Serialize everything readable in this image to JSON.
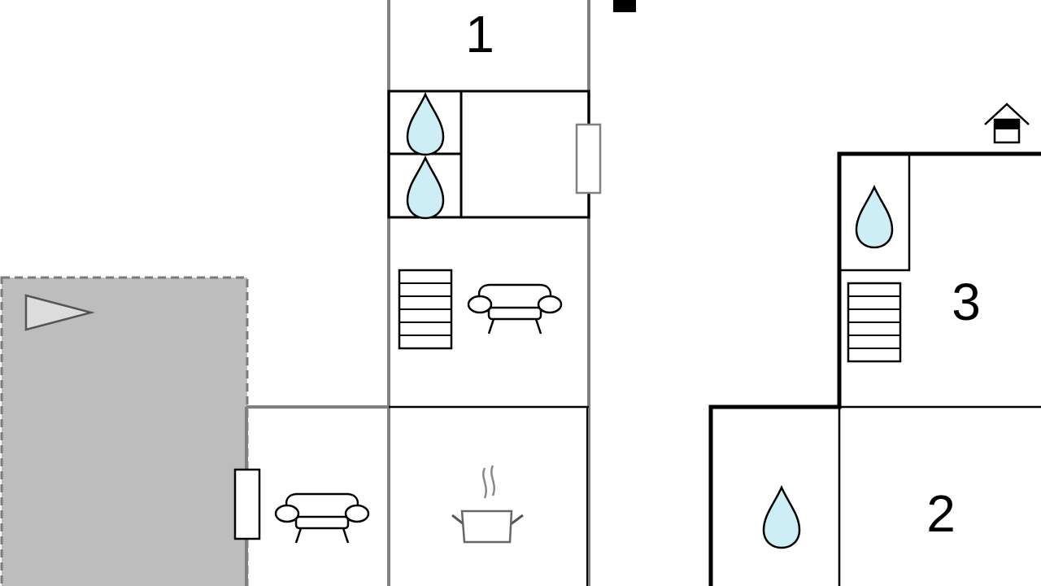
{
  "colors": {
    "background": "#ffffff",
    "wall": "#000000",
    "wall_light": "#808080",
    "terrace_fill": "#bdbdbd",
    "terrace_border": "#7a7a7a",
    "water_fill": "#cdeef4",
    "door_fill": "#ffffff"
  },
  "rooms": {
    "room_1": "1",
    "room_2": "2",
    "room_3": "3"
  },
  "icons": [
    "water-drop-icon",
    "stairs-icon",
    "sofa-icon",
    "cooking-pot-icon",
    "house-entrance-icon",
    "compass-arrow-icon"
  ]
}
